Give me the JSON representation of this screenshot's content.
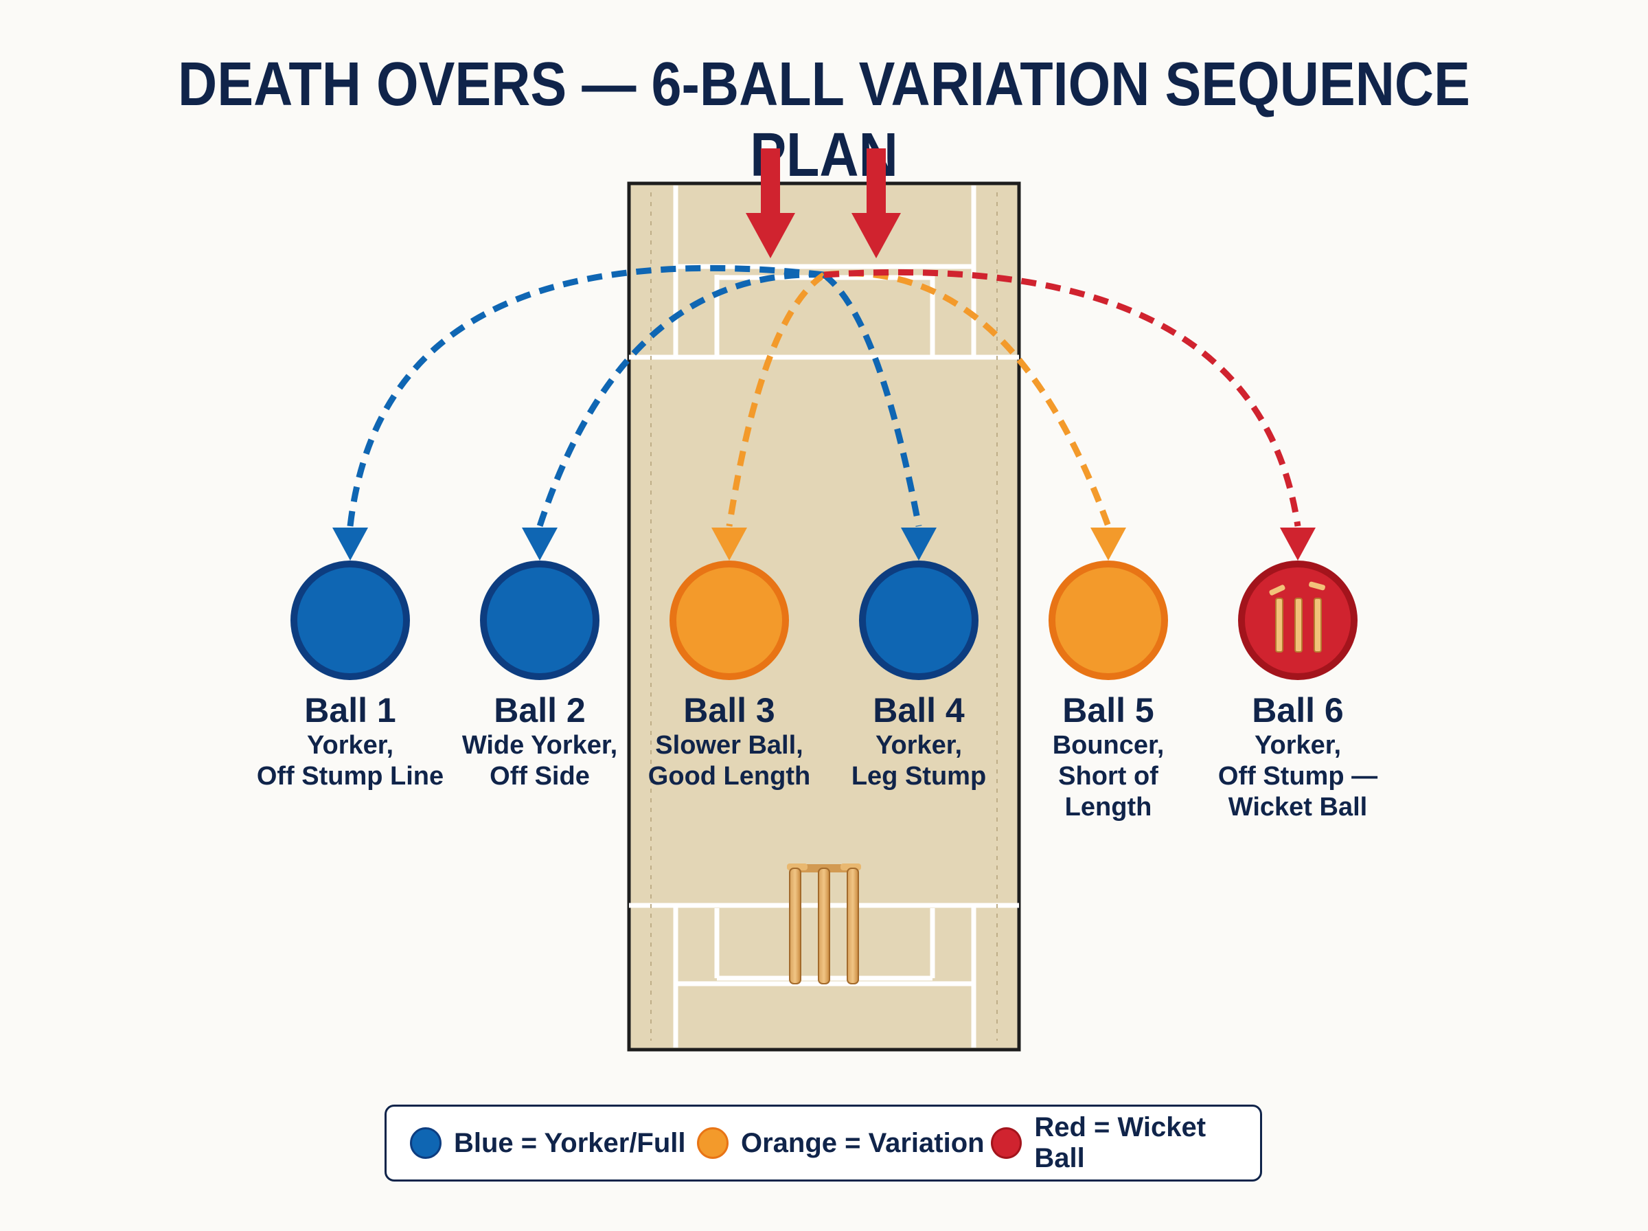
{
  "title": "DEATH OVERS — 6-BALL VARIATION SEQUENCE PLAN",
  "colors": {
    "blue": "#0f66b3",
    "blue_stroke": "#0d3d80",
    "orange": "#f39a2b",
    "orange_stroke": "#e87415",
    "red": "#d0232f",
    "red_stroke": "#a3141c",
    "pitch": "#e3d6b6",
    "navy": "#10244a"
  },
  "balls": [
    {
      "number": "Ball 1",
      "description": "Yorker,\nOff Stump Line",
      "color": "blue",
      "icon": "circle"
    },
    {
      "number": "Ball 2",
      "description": "Wide Yorker,\nOff Side",
      "color": "blue",
      "icon": "circle"
    },
    {
      "number": "Ball 3",
      "description": "Slower Ball,\nGood Length",
      "color": "orange",
      "icon": "circle"
    },
    {
      "number": "Ball 4",
      "description": "Yorker,\nLeg Stump",
      "color": "blue",
      "icon": "circle"
    },
    {
      "number": "Ball 5",
      "description": "Bouncer,\nShort of\nLength",
      "color": "orange",
      "icon": "circle"
    },
    {
      "number": "Ball 6",
      "description": "Yorker,\nOff Stump —\nWicket Ball",
      "color": "red",
      "icon": "wicket-icon"
    }
  ],
  "legend": [
    {
      "color": "blue",
      "label": "Blue = Yorker/Full"
    },
    {
      "color": "orange",
      "label": "Orange = Variation"
    },
    {
      "color": "red",
      "label": "Red = Wicket Ball"
    }
  ]
}
